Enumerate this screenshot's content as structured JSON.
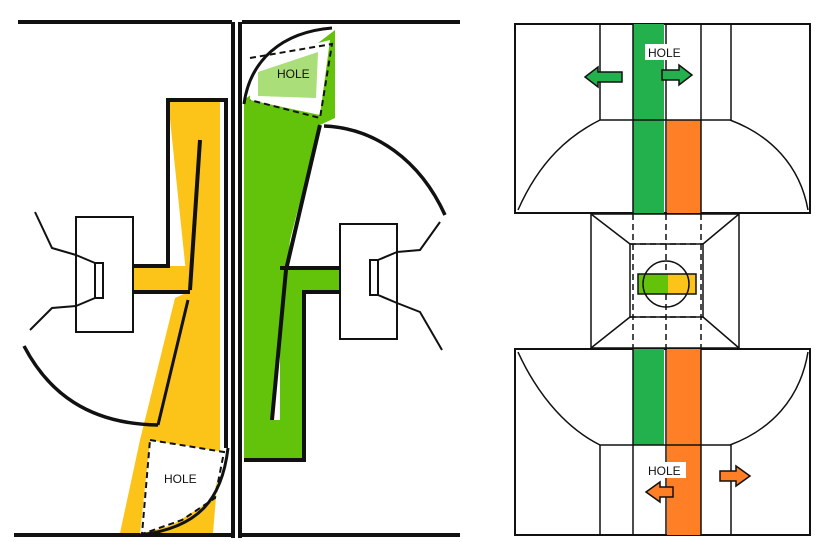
{
  "labels": {
    "hole_bottom_left": "HOLE",
    "hole_top_middle": "HOLE",
    "hole_top_right": "HOLE",
    "hole_bottom_right": "HOLE"
  },
  "colors": {
    "line": "#111111",
    "yellow": "#fcc418",
    "green_light": "#63c30a",
    "green_dark": "#22b14c",
    "orange": "#ff7f27",
    "white": "#ffffff"
  }
}
